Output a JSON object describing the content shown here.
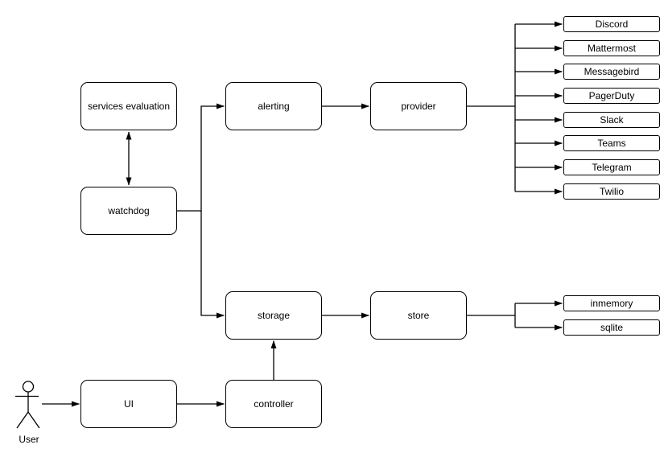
{
  "diagram": {
    "background_color": "#ffffff",
    "stroke_color": "#000000",
    "node_fill_color": "#ffffff",
    "text_color": "#000000",
    "nodes": {
      "services_evaluation": {
        "label": "services evaluation"
      },
      "watchdog": {
        "label": "watchdog"
      },
      "alerting": {
        "label": "alerting"
      },
      "provider": {
        "label": "provider"
      },
      "storage": {
        "label": "storage"
      },
      "store": {
        "label": "store"
      },
      "ui": {
        "label": "UI"
      },
      "controller": {
        "label": "controller"
      }
    },
    "actor": {
      "label": "User"
    },
    "provider_targets": [
      "Discord",
      "Mattermost",
      "Messagebird",
      "PagerDuty",
      "Slack",
      "Teams",
      "Telegram",
      "Twilio"
    ],
    "store_targets": [
      "inmemory",
      "sqlite"
    ],
    "edges": [
      {
        "from": "services_evaluation",
        "to": "watchdog",
        "direction": "bidirectional"
      },
      {
        "from": "watchdog",
        "to": "alerting",
        "direction": "forward"
      },
      {
        "from": "watchdog",
        "to": "storage",
        "direction": "forward"
      },
      {
        "from": "alerting",
        "to": "provider",
        "direction": "forward"
      },
      {
        "from": "provider",
        "to": "Discord",
        "direction": "forward"
      },
      {
        "from": "provider",
        "to": "Mattermost",
        "direction": "forward"
      },
      {
        "from": "provider",
        "to": "Messagebird",
        "direction": "forward"
      },
      {
        "from": "provider",
        "to": "PagerDuty",
        "direction": "forward"
      },
      {
        "from": "provider",
        "to": "Slack",
        "direction": "forward"
      },
      {
        "from": "provider",
        "to": "Teams",
        "direction": "forward"
      },
      {
        "from": "provider",
        "to": "Telegram",
        "direction": "forward"
      },
      {
        "from": "provider",
        "to": "Twilio",
        "direction": "forward"
      },
      {
        "from": "storage",
        "to": "store",
        "direction": "forward"
      },
      {
        "from": "store",
        "to": "inmemory",
        "direction": "forward"
      },
      {
        "from": "store",
        "to": "sqlite",
        "direction": "forward"
      },
      {
        "from": "User",
        "to": "ui",
        "direction": "forward"
      },
      {
        "from": "ui",
        "to": "controller",
        "direction": "forward"
      },
      {
        "from": "controller",
        "to": "storage",
        "direction": "forward"
      }
    ]
  }
}
